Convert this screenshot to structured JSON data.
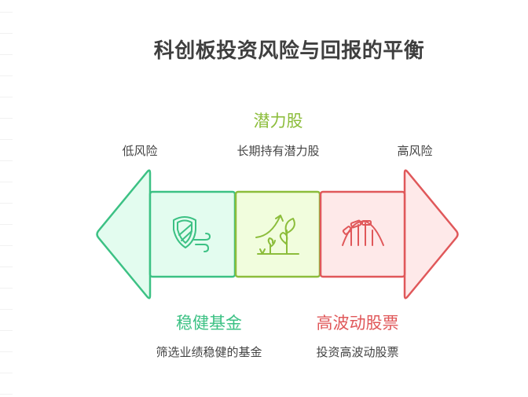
{
  "title": "科创板投资风险与回报的平衡",
  "colors": {
    "green": "#3cc184",
    "green_fill": "#e3fcef",
    "olive": "#8cbd3b",
    "olive_fill": "#f1fddd",
    "red": "#e0585a",
    "red_fill": "#fee9e9",
    "title_text": "#3f3f3f",
    "body_text": "#444444"
  },
  "axis": {
    "left_label": "低风险",
    "right_label": "高风险"
  },
  "segments": [
    {
      "id": "steady-funds",
      "title": "稳健基金",
      "description": "筛选业绩稳健的基金",
      "icon": "shield-wind-icon",
      "position": "bottom"
    },
    {
      "id": "potential-stocks",
      "title": "潜力股",
      "description": "长期持有潜力股",
      "icon": "growing-plant-icon",
      "position": "top"
    },
    {
      "id": "volatile-stocks",
      "title": "高波动股票",
      "description": "投资高波动股票",
      "icon": "roller-coaster-icon",
      "position": "bottom"
    }
  ]
}
